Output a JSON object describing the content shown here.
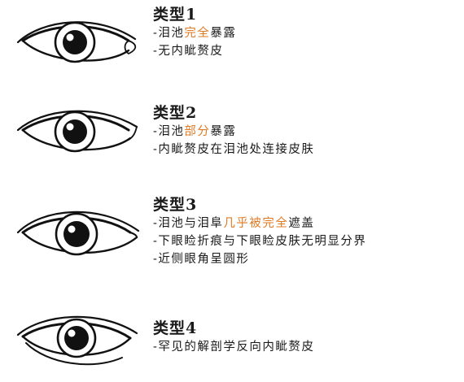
{
  "accent_color": "#e07b25",
  "types": [
    {
      "title": "类型1",
      "lines": [
        [
          {
            "t": "-泪池"
          },
          {
            "t": "完全",
            "hl": true
          },
          {
            "t": "暴露"
          }
        ],
        [
          {
            "t": "-无内眦赘皮"
          }
        ]
      ]
    },
    {
      "title": "类型2",
      "lines": [
        [
          {
            "t": "-泪池"
          },
          {
            "t": "部分",
            "hl": true
          },
          {
            "t": "暴露"
          }
        ],
        [
          {
            "t": "-内眦赘皮在泪池处连接皮肤"
          }
        ]
      ]
    },
    {
      "title": "类型3",
      "lines": [
        [
          {
            "t": "-泪池与泪阜"
          },
          {
            "t": "几乎被完全",
            "hl": true
          },
          {
            "t": "遮盖"
          }
        ],
        [
          {
            "t": "-下眼睑折痕与下眼睑皮肤无明显分界"
          }
        ],
        [
          {
            "t": "-近侧眼角呈圆形"
          }
        ]
      ]
    },
    {
      "title": "类型4",
      "lines": [
        [
          {
            "t": "-罕见的解剖学反向内眦赘皮"
          }
        ]
      ]
    }
  ]
}
